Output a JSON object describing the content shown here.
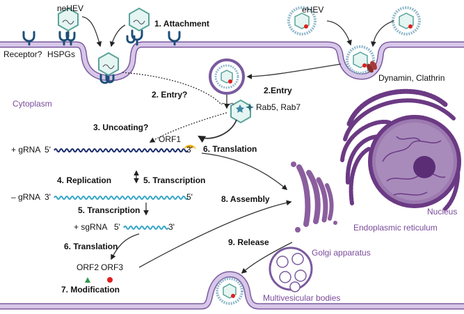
{
  "labels": {
    "nehev": "neHEV",
    "ehev": "eHEV",
    "receptor": "Receptor?",
    "hspgs": "HSPGs",
    "step1": "1. Attachment",
    "step2a": "2. Entry?",
    "step2b": "2.Entry",
    "dynamin": "Dynamin, Clathrin",
    "cytoplasm": "Cytoplasm",
    "rab": "Rab5, Rab7",
    "step3": "3. Uncoating?",
    "orf1": "ORF1",
    "step6a": "6. Translation",
    "pos_grna_prefix": "+ gRNA",
    "five_prime": "5'",
    "three_prime": "3'",
    "step4": "4. Replication",
    "step5a": "5. Transcription",
    "neg_grna_prefix": "– gRNA",
    "step5b": "5. Transcription",
    "sgrna_prefix": "+ sgRNA",
    "step8": "8. Assembly",
    "step6b": "6. Translation",
    "orf2": "ORF2",
    "orf3": "ORF3",
    "step7": "7. Modification",
    "step9": "9. Release",
    "golgi": "Golgi apparatus",
    "mvb": "Multivesicular bodies",
    "nucleus": "Nucleus",
    "er": "Endoplasmic reticulum"
  },
  "colors": {
    "membrane": "#b9a3d0",
    "membrane_edge": "#7a5a9e",
    "organelle": "#8b5e9e",
    "capsid": "#5aa39b",
    "capsid_fill": "#d8f0ed",
    "receptor": "#1c4f78",
    "rna_pos": "#1a2b6b",
    "rna_neg": "#38a7c9",
    "orf1": "#f2b417",
    "orf2": "#2c9a4a",
    "orf3": "#e0201f",
    "text_purple": "#7a4b9a"
  }
}
